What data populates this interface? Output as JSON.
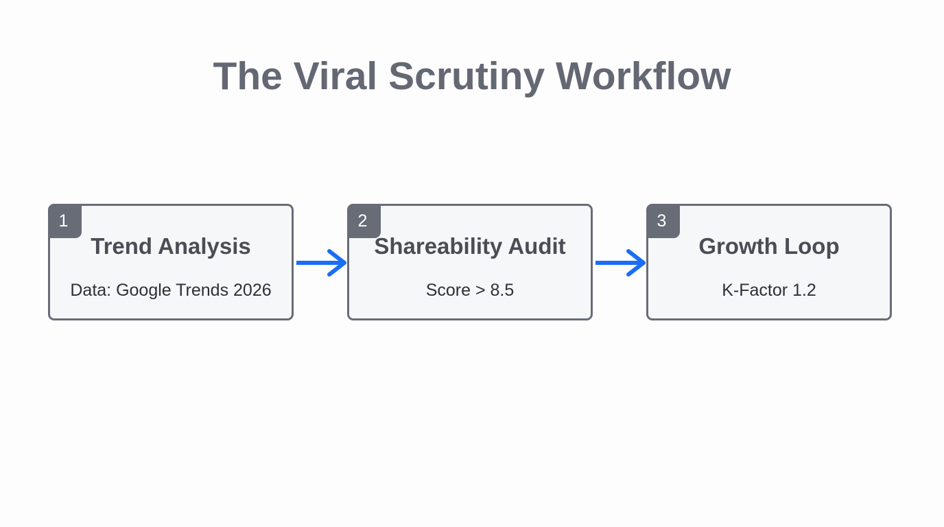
{
  "title": "The Viral Scrutiny Workflow",
  "colors": {
    "box_border": "#676c77",
    "box_fill": "#f6f7f8",
    "badge_fill": "#676c77",
    "arrow": "#1a6ef5",
    "title_text": "#636873"
  },
  "steps": [
    {
      "number": "1",
      "title": "Trend Analysis",
      "detail": "Data: Google Trends 2026"
    },
    {
      "number": "2",
      "title": "Shareability Audit",
      "detail": "Score > 8.5"
    },
    {
      "number": "3",
      "title": "Growth Loop",
      "detail": "K-Factor 1.2"
    }
  ],
  "connectors": [
    {
      "from": "1",
      "to": "2",
      "icon": "arrow-right-icon"
    },
    {
      "from": "2",
      "to": "3",
      "icon": "arrow-right-icon"
    }
  ]
}
